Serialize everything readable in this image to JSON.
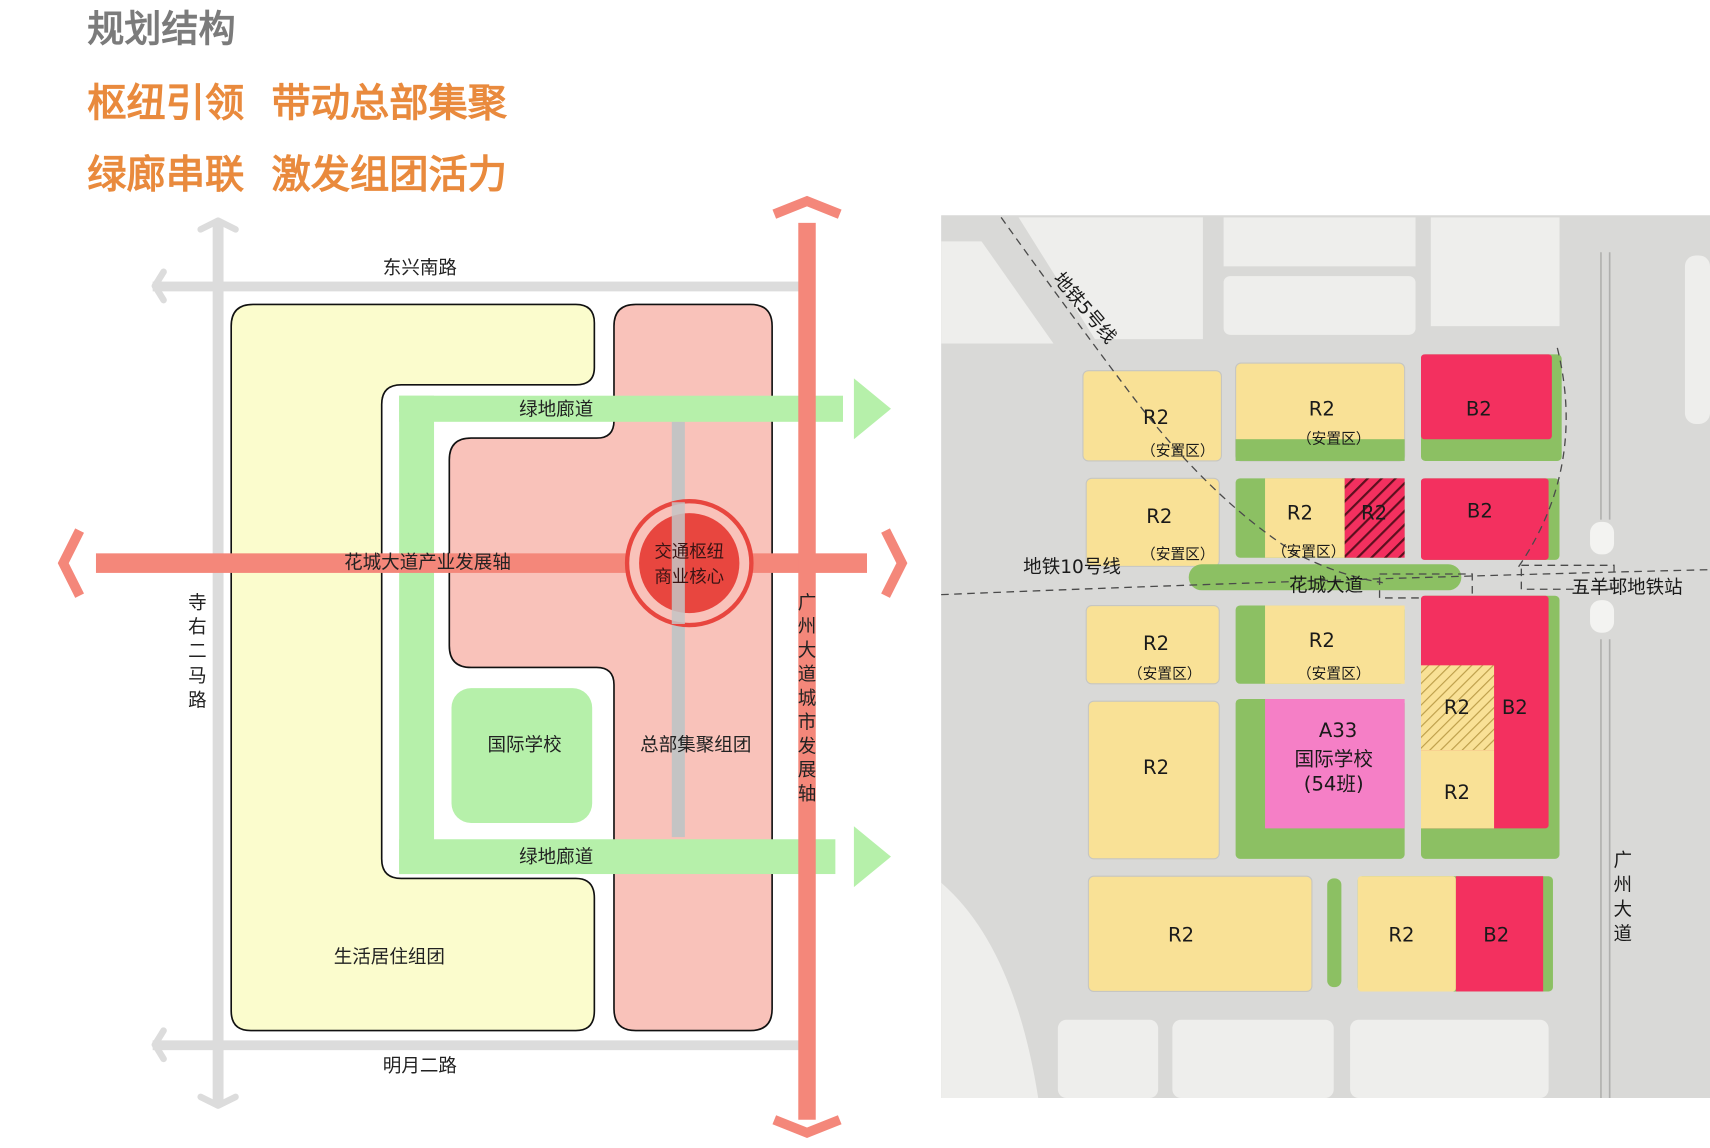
{
  "page": {
    "title": "规划结构",
    "slogan_line_1": "枢纽引领  带动总部集聚",
    "slogan_line_2": "绿廊串联  激发组团活力"
  },
  "structure_diagram": {
    "road_north": "东兴南路",
    "road_south": "明月二路",
    "road_west": "寺右二马路",
    "axis_horizontal": "花城大道产业发展轴",
    "axis_vertical": "广州大道城市发展轴",
    "corridor_north": "绿地廊道",
    "corridor_south": "绿地廊道",
    "core_line_1": "交通枢纽",
    "core_line_2": "商业核心",
    "cluster_residential": "生活居住组团",
    "cluster_headquarters": "总部集聚组团",
    "school": "国际学校"
  },
  "landuse_map": {
    "metro_line_5": "地铁5号线",
    "metro_line_10": "地铁10号线",
    "station": "五羊邨地铁站",
    "road_huacheng": "花城大道",
    "road_guangzhou": "广州大道",
    "parcels": [
      {
        "code": "R2",
        "note": "（安置区）"
      },
      {
        "code": "R2",
        "note": "（安置区）"
      },
      {
        "code": "B2"
      },
      {
        "code": "R2",
        "note": "（安置区）"
      },
      {
        "code": "R2",
        "note": "（安置区）"
      },
      {
        "code": "R2"
      },
      {
        "code": "B2"
      },
      {
        "code": "R2",
        "note": "（安置区）"
      },
      {
        "code": "R2",
        "note": "（安置区）"
      },
      {
        "code": "R2"
      },
      {
        "code": "A33",
        "name": "国际学校",
        "classes": "(54班)"
      },
      {
        "code": "R2"
      },
      {
        "code": "B2"
      },
      {
        "code": "R2"
      },
      {
        "code": "R2"
      },
      {
        "code": "R2"
      },
      {
        "code": "B2"
      }
    ]
  },
  "colors": {
    "title_gray": "#7b7b7b",
    "slogan_orange": "#e98a3d",
    "development_axis": "#f4877a",
    "green_corridor": "#b6f0aa",
    "residential_cluster": "#fbfccd",
    "headquarters_cluster": "#f9c2ba",
    "transport_core": "#e8463f",
    "road_gray": "#dcdcdc",
    "map_road": "#d9d9d7",
    "map_land": "#eeeeec",
    "r2_residential": "#f9e196",
    "b2_commercial": "#f3305f",
    "a33_school": "#f57fc6",
    "green_space": "#8cc063"
  }
}
